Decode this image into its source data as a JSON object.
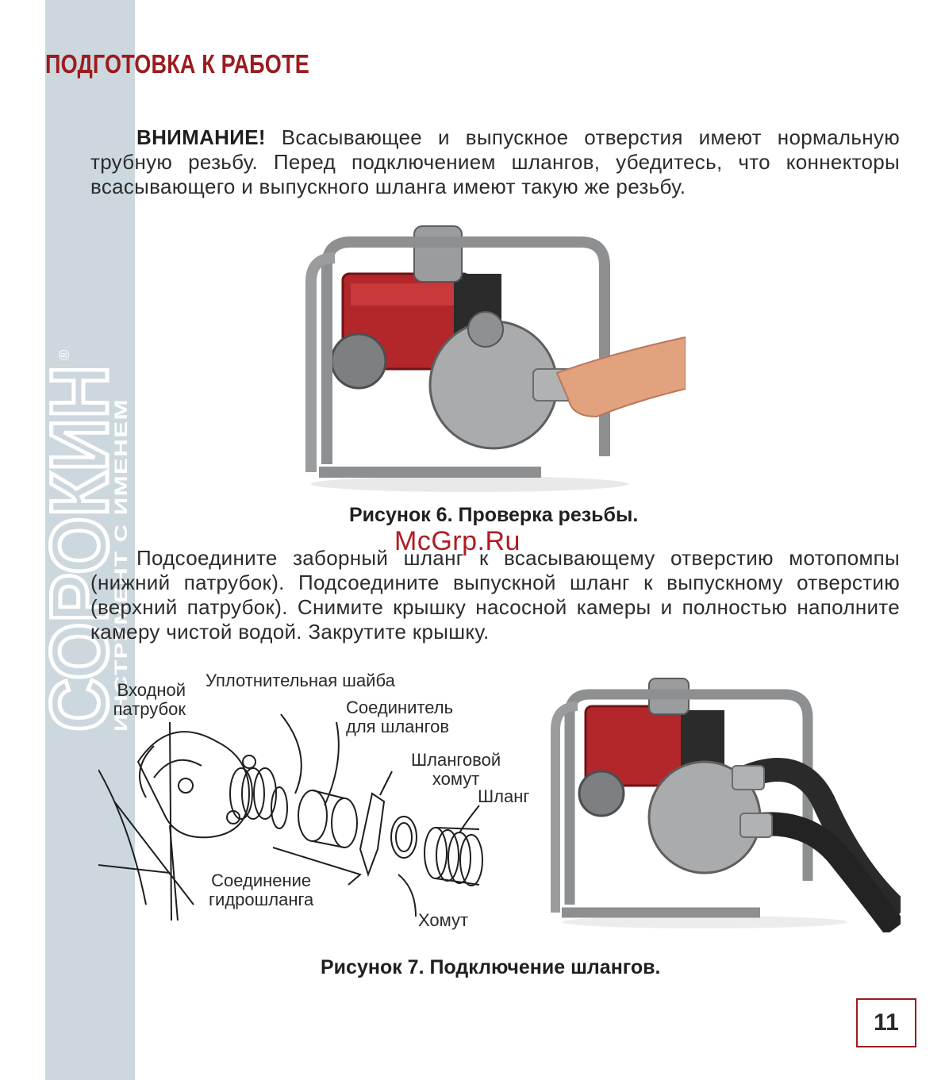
{
  "section_title": "ПОДГОТОВКА К РАБОТЕ",
  "attention": {
    "label": "ВНИМАНИЕ!",
    "text": " Всасывающее и выпускное отверстия имеют нормальную трубную резьбу. Перед подключением шлангов, убедитесь, что коннекторы всасывающего и выпускного шланга имеют такую же резьбу."
  },
  "figure6_caption": "Рисунок 6. Проверка резьбы.",
  "instruction_text": "Подсоедините заборный шланг к всасывающему отверстию мотопомпы (нижний патрубок). Подсоедините выпускной шланг к выпускному отверстию (верхний патрубок). Снимите крышку насосной камеры и полностью наполните камеру чистой водой. Закрутите крышку.",
  "diagram_labels": {
    "inlet_line1": "Входной",
    "inlet_line2": "патрубок",
    "washer": "Уплотнительная шайба",
    "connector_line1": "Соединитель",
    "connector_line2": "для шлангов",
    "hose_clamp_line1": "Шланговой",
    "hose_clamp_line2": "хомут",
    "hose": "Шланг",
    "joint_line1": "Соединение",
    "joint_line2": "гидрошланга",
    "clamp": "Хомут"
  },
  "figure7_caption": "Рисунок 7. Подключение шлангов.",
  "brand": {
    "name": "СОРОКИН",
    "tagline": "ИНСТРУМЕНТ С ИМЕНЕМ",
    "registered": "®"
  },
  "watermark": "McGrp.Ru",
  "page_number": "11",
  "colors": {
    "accent": "#9b1b1e",
    "sidebar": "#cdd8de",
    "pump_red": "#b3262a",
    "frame_gray": "#8d8f91"
  }
}
